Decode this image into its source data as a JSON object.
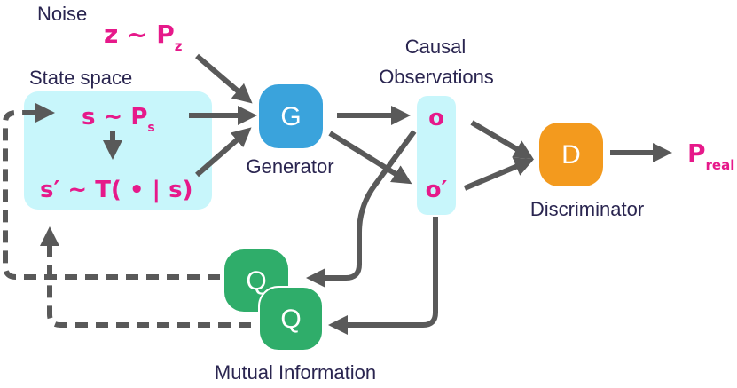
{
  "labels": {
    "noise": "Noise",
    "state_space": "State space",
    "causal_line1": "Causal",
    "causal_line2": "Observations",
    "generator": "Generator",
    "discriminator": "Discriminator",
    "mutual_information": "Mutual Information"
  },
  "math": {
    "z": "z ~ P",
    "z_sub": "z",
    "s": "s ~ P",
    "s_sub": "s",
    "s_prime": "s′ ~ T( • | s)",
    "o": "o",
    "o_prime": "o′",
    "p_real": "P",
    "p_real_sub": "real"
  },
  "nodes": {
    "generator": "G",
    "discriminator": "D",
    "q_top": "Q",
    "q_bottom": "Q"
  },
  "colors": {
    "text": "#2a2550",
    "math": "#e6198a",
    "generator": "#3aa3dc",
    "discriminator": "#f39a1e",
    "mutual_info": "#2fad6a",
    "box": "#c8f6fb",
    "arrow": "#595959"
  }
}
